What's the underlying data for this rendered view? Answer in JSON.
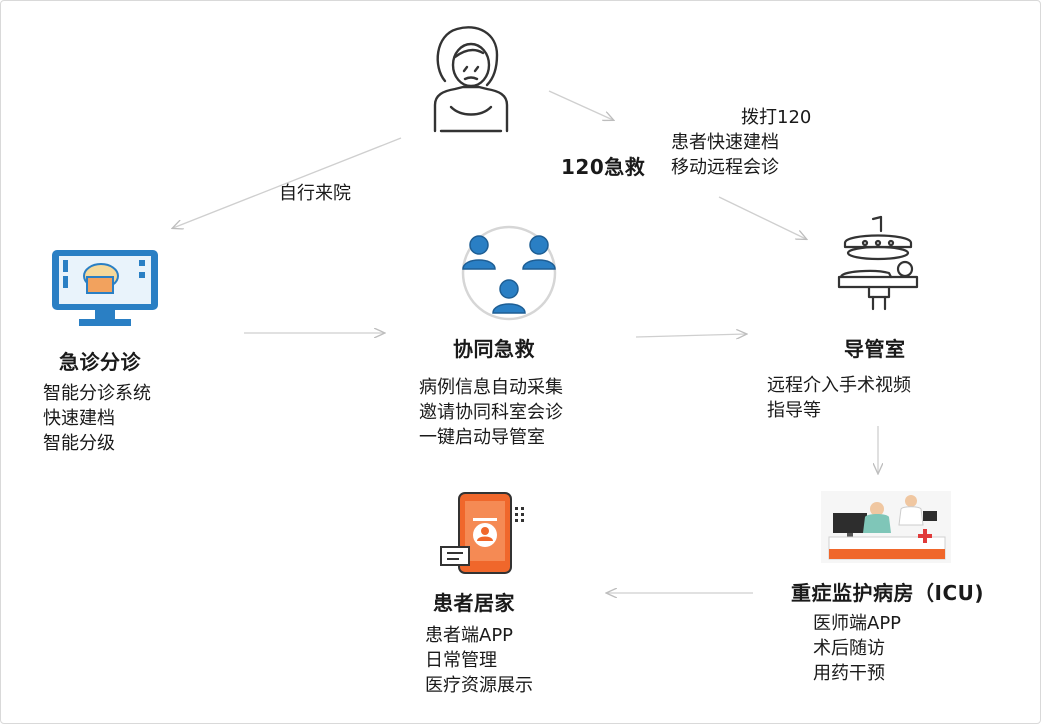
{
  "patient_node": {
    "icon": "patient-icon"
  },
  "edges": {
    "self_visit_label": "自行来院",
    "ambulance_title": "120急救",
    "ambulance_lines": [
      "拨打120",
      "患者快速建档",
      "移动远程会诊"
    ]
  },
  "emergency_triage": {
    "icon": "triage-monitor-icon",
    "title": "急诊分诊",
    "lines": [
      "智能分诊系统",
      "快速建档",
      "智能分级"
    ]
  },
  "collaborative_rescue": {
    "icon": "team-collaboration-icon",
    "title": "协同急救",
    "lines": [
      "病例信息自动采集",
      "邀请协同科室会诊",
      "一键启动导管室"
    ]
  },
  "cath_lab": {
    "icon": "surgical-lamp-bed-icon",
    "title": "导管室",
    "lines": [
      "远程介入手术视频",
      "指导等"
    ]
  },
  "icu": {
    "icon": "icu-ward-icon",
    "title": "重症监护病房（ICU)",
    "lines": [
      "医师端APP",
      "术后随访",
      "用药干预"
    ]
  },
  "home_care": {
    "icon": "mobile-app-icon",
    "title": "患者居家",
    "lines": [
      "患者端APP",
      "日常管理",
      "医疗资源展示"
    ]
  },
  "colors": {
    "accent_blue": "#2a7fc4",
    "accent_orange": "#f0672b",
    "line_gray": "#c8c8c8",
    "outline_dark": "#333333"
  }
}
